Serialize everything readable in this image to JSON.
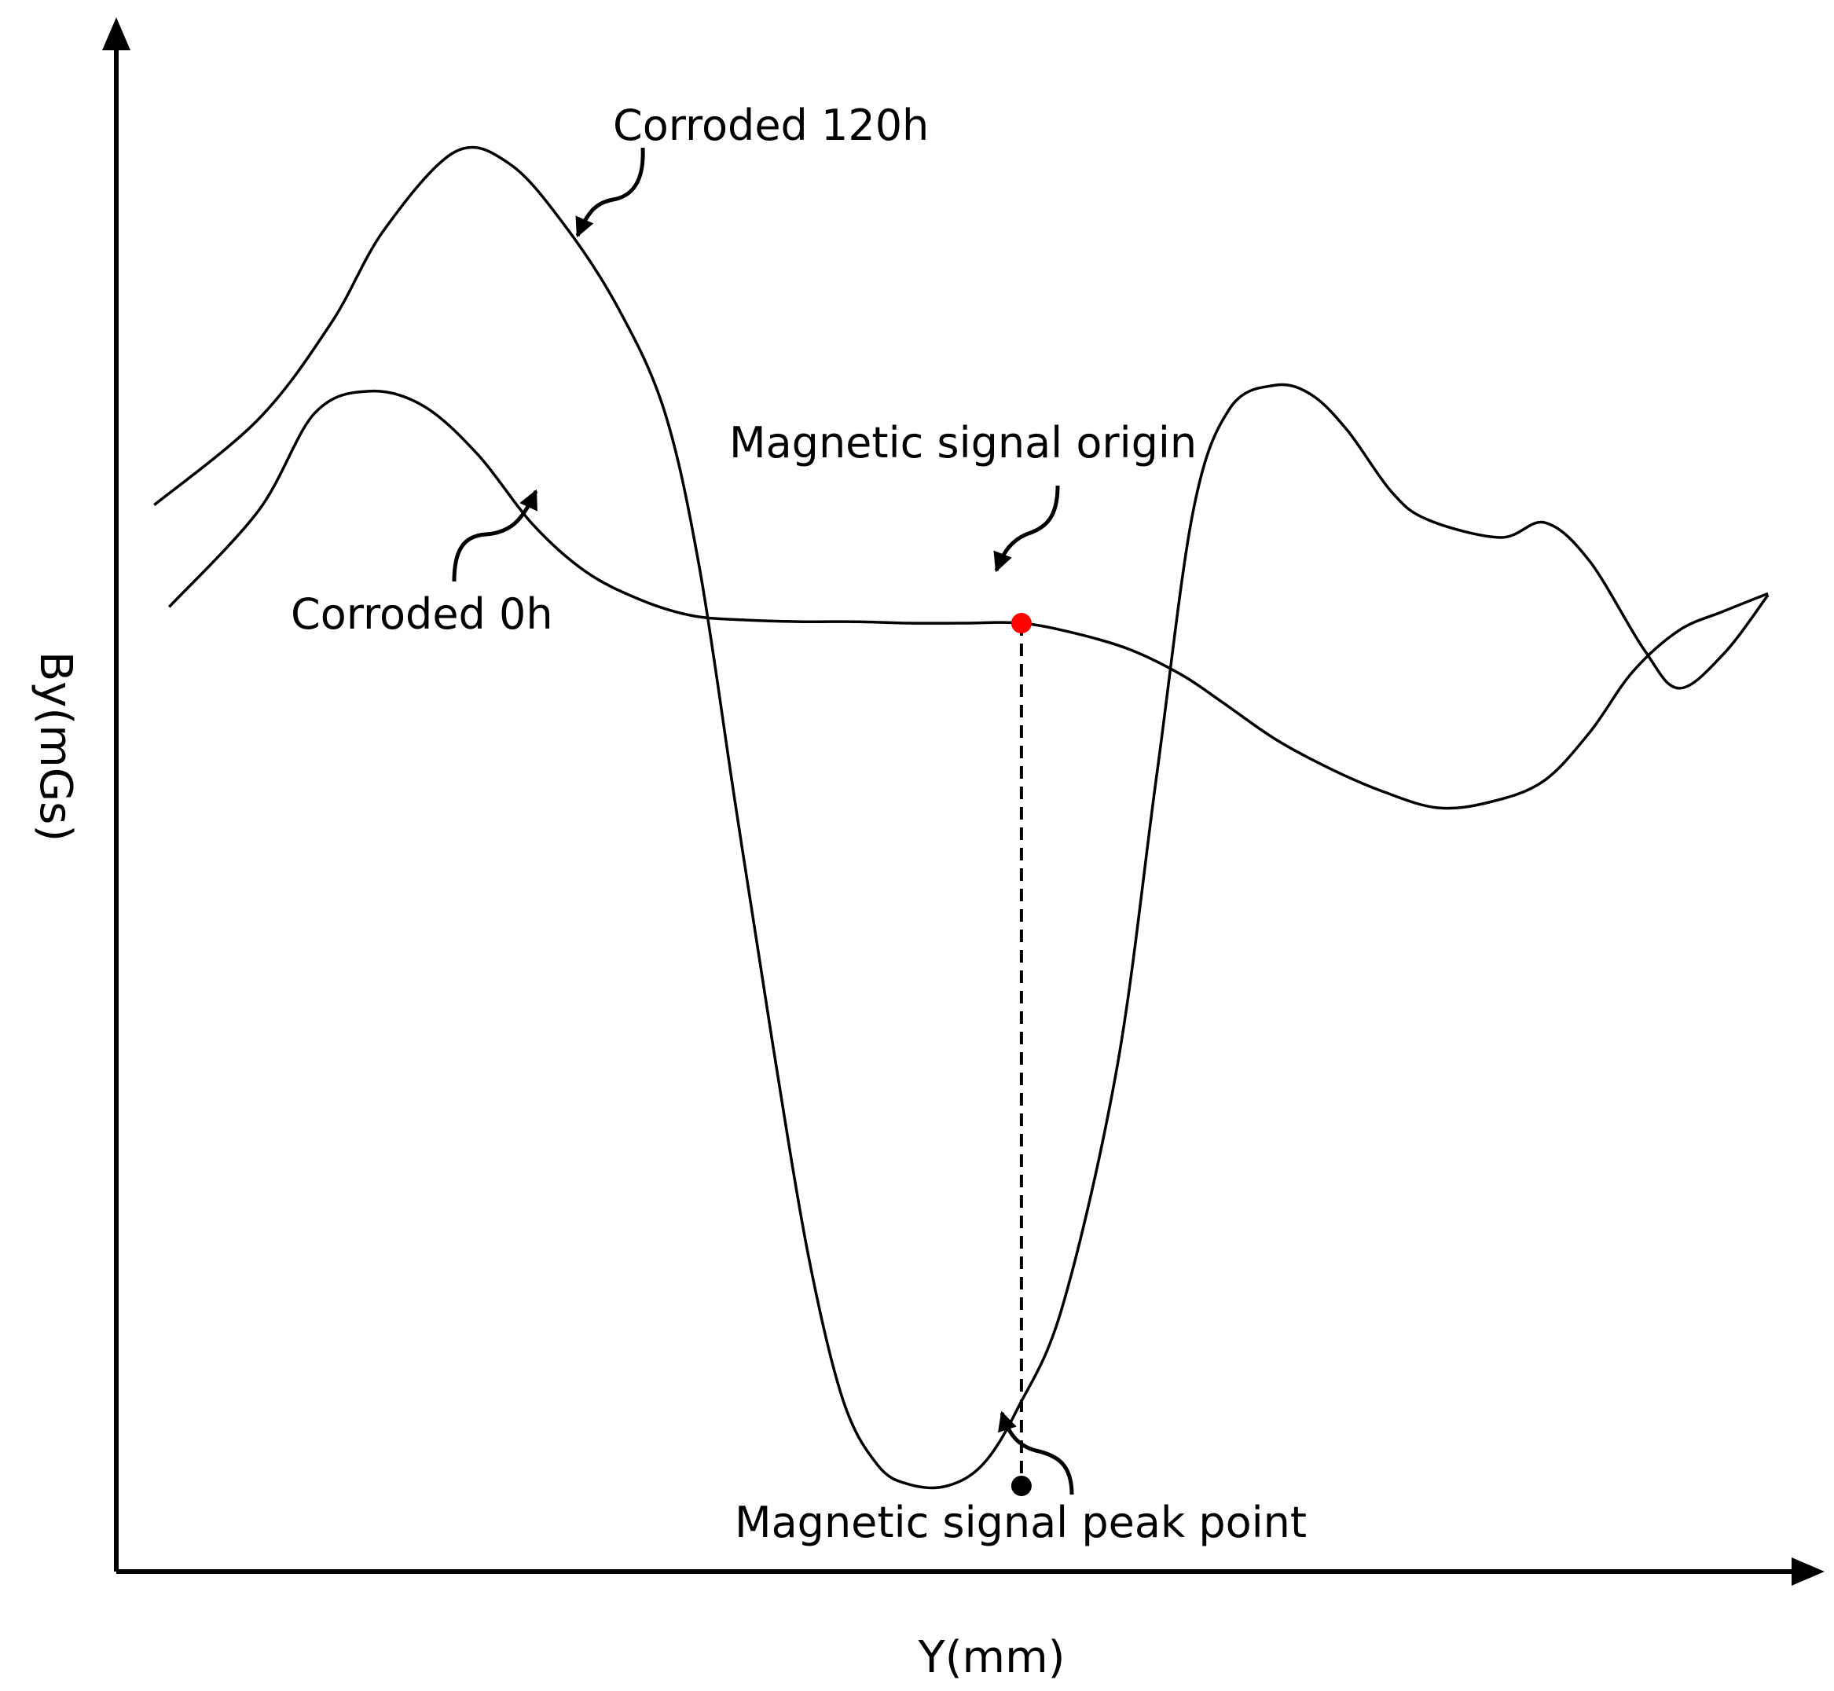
{
  "chart_data": {
    "type": "line",
    "title": "",
    "xlabel": "Y(mm)",
    "ylabel": "By(mGs)",
    "x_ticks": false,
    "y_ticks": false,
    "grid": false,
    "xlim": [
      0,
      100
    ],
    "ylim": [
      0,
      100
    ],
    "series": [
      {
        "name": "Corroded 120h",
        "x": [
          2.3,
          8.6,
          13.0,
          16.2,
          20.5,
          23.8,
          27.1,
          30.4,
          33.2,
          35.3,
          37.5,
          39.7,
          41.9,
          44.0,
          46.1,
          48.0,
          50.3,
          52.5,
          54.6,
          57.3,
          60.6,
          63.0,
          65.2,
          67.4,
          70.1,
          72.3,
          74.5,
          77.2,
          79.4,
          83.8,
          86.5,
          89.2,
          92.5,
          94.6,
          97.3,
          100.0
        ],
        "y": [
          72.2,
          78.0,
          84.5,
          90.8,
          96.1,
          95.3,
          91.2,
          85.5,
          78.5,
          68.0,
          51.8,
          36.0,
          21.4,
          11.6,
          7.2,
          5.9,
          5.8,
          7.3,
          11.1,
          18.0,
          34.2,
          54.0,
          71.8,
          78.7,
          80.3,
          79.7,
          77.3,
          73.1,
          71.2,
          70.0,
          71.0,
          68.4,
          62.4,
          59.8,
          62.1,
          66.1
        ]
      },
      {
        "name": "Corroded 0h",
        "x": [
          3.2,
          8.6,
          12.0,
          15.3,
          18.6,
          21.9,
          25.2,
          28.4,
          31.7,
          34.9,
          38.3,
          41.5,
          44.9,
          48.0,
          51.4,
          54.8,
          58.1,
          61.4,
          64.5,
          66.9,
          70.1,
          73.4,
          76.7,
          80.0,
          83.2,
          86.4,
          89.2,
          91.8,
          94.6,
          97.3,
          100.0
        ],
        "y": [
          65.3,
          71.8,
          78.4,
          79.9,
          78.9,
          75.6,
          70.9,
          67.7,
          65.8,
          64.7,
          64.4,
          64.3,
          64.3,
          64.2,
          64.2,
          64.2,
          63.5,
          62.4,
          60.7,
          58.9,
          56.4,
          54.4,
          52.8,
          51.7,
          52.1,
          53.5,
          56.8,
          60.9,
          63.7,
          65.0,
          66.2
        ]
      }
    ],
    "annotations": {
      "corroded_120h": "Corroded 120h",
      "corroded_0h": "Corroded 0h",
      "signal_origin": "Magnetic signal origin",
      "signal_peak": "Magnetic signal peak point"
    },
    "key_points": {
      "origin": {
        "x": 54.8,
        "y": 64.2,
        "color": "#ff0000"
      },
      "peak": {
        "x": 54.8,
        "y": 5.8,
        "color": "#000000"
      }
    }
  }
}
